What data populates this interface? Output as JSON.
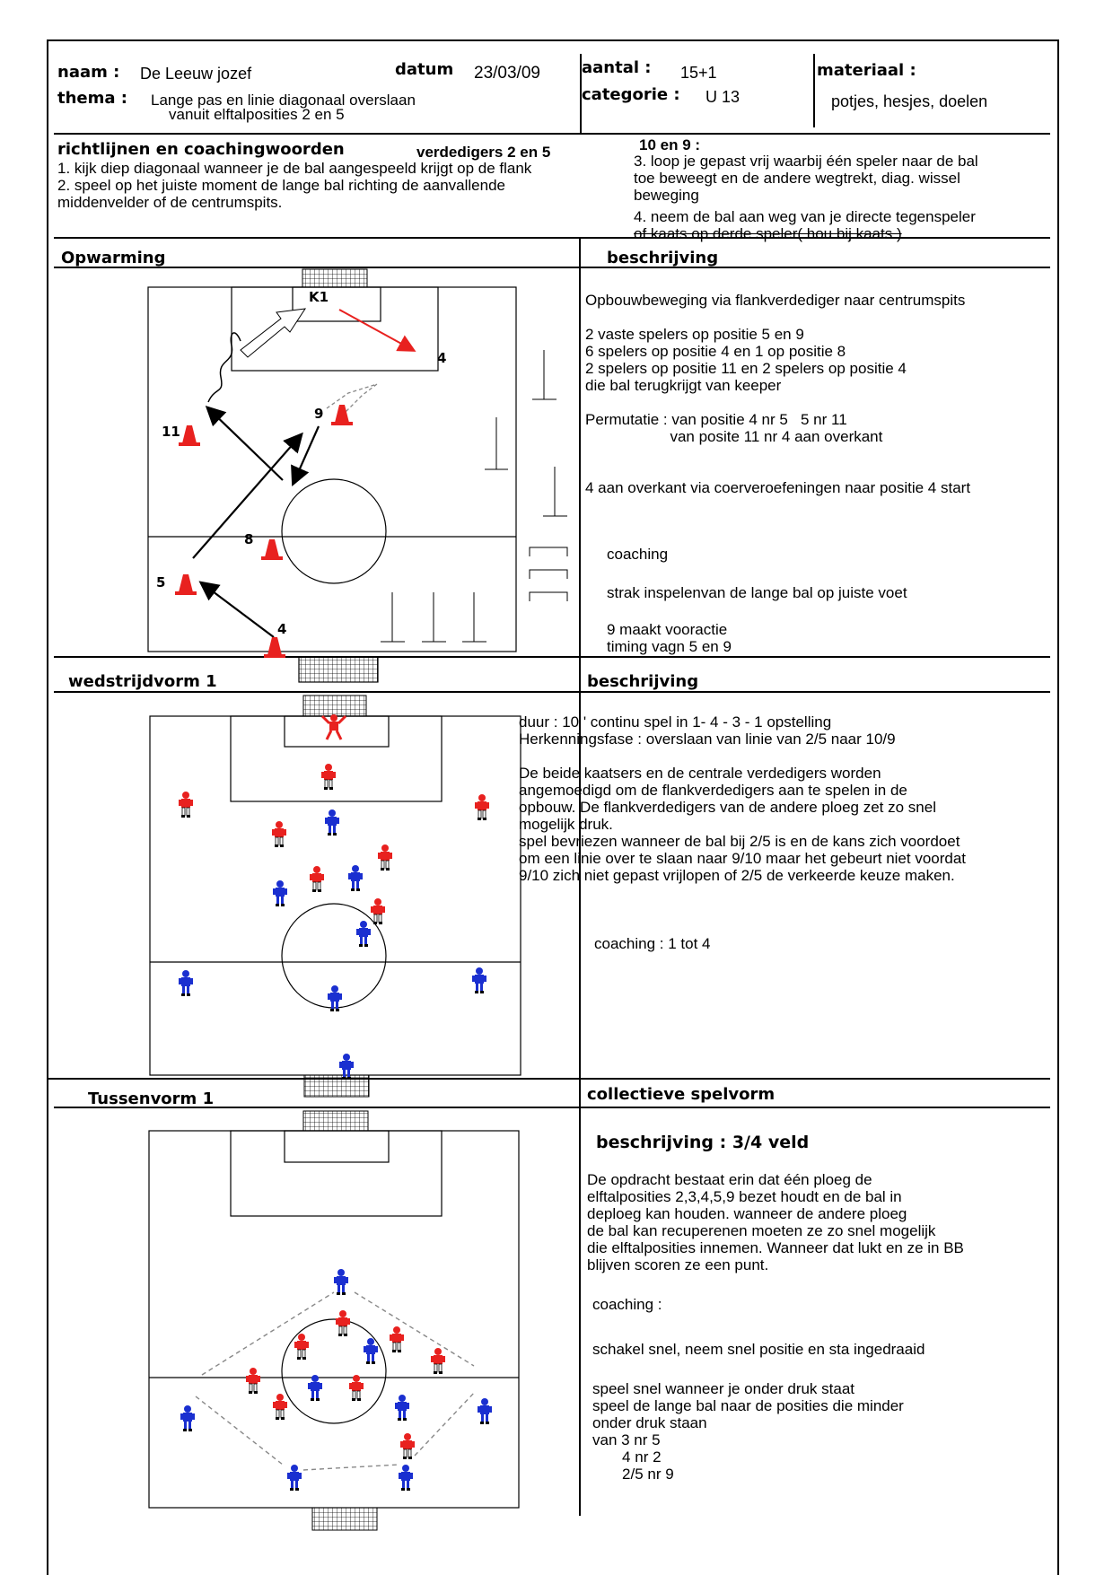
{
  "header": {
    "naam_label": "naam :",
    "naam_value": "De Leeuw jozef",
    "datum_label": "datum",
    "datum_value": "23/03/09",
    "aantal_label": "aantal :",
    "aantal_value": "15+1",
    "categorie_label": "categorie :",
    "categorie_value": "U 13",
    "materiaal_label": "materiaal :",
    "materiaal_value": "potjes, hesjes, doelen",
    "thema_label": "thema :",
    "thema_line1": "Lange pas en linie diagonaal overslaan",
    "thema_line2": "vanuit elftalposities 2 en 5"
  },
  "guidelines": {
    "title": "richtlijnen en coachingwoorden",
    "defenders_label": "verdedigers 2 en 5",
    "line1": "1. kijk diep diagonaal wanneer je de bal aangespeeld krijgt op de flank",
    "line2": "2. speel op het juiste moment de lange bal richting de aanvallende",
    "line3": "middenvelder of de centrumspits.",
    "attackers_label": "10 en 9 :",
    "line4": "3. loop je gepast vrij waarbij één speler naar de bal",
    "line5": "toe beweegt en de andere wegtrekt, diag. wissel",
    "line6": "beweging",
    "line7": "4. neem de bal aan weg van je directe tegenspeler",
    "line8": "of kaats op derde speler( hou bij   kaats )"
  },
  "section1": {
    "title": "Opwarming",
    "desc_title": "beschrijving",
    "text": "Opbouwbeweging via flankverdediger naar centrumspits\n\n2 vaste spelers op positie 5 en 9\n6 spelers op positie 4 en 1 op positie 8\n2 spelers op positie 11 en 2 spelers op positie 4\ndie bal terugkrijgt van keeper\n\nPermutatie : van positie 4 nr 5   5 nr 11\n                    van posite 11 nr 4 aan overkant\n\n\n4 aan overkant via coerveroefeningen naar positie 4 start",
    "coaching": "coaching",
    "coach1": "strak inspelenvan de lange bal op juiste voet",
    "coach2": "9 maakt vooractie\ntiming vagn 5 en 9",
    "labels": [
      "K1",
      "4",
      "9",
      "11",
      "8",
      "5",
      "4"
    ]
  },
  "section2": {
    "title": "wedstrijdvorm 1",
    "desc_title": "beschrijving",
    "text": "duur : 10 ' continu spel in 1- 4 - 3 - 1 opstelling\nHerkenningsfase : overslaan van linie van 2/5 naar 10/9\n\nDe beide kaatsers en de centrale verdedigers worden\nangemoedigd om de flankverdedigers aan te spelen in de\nopbouw. De flankverdedigers van de andere ploeg zet zo snel\nmogelijk druk.\nspel bevriezen wanneer de bal bij 2/5 is en de kans zich voordoet\nom een linie over te slaan naar 9/10 maar het gebeurt niet voordat\n9/10 zich niet gepast vrijlopen of 2/5 de verkeerde keuze maken.",
    "coaching": "coaching : 1 tot 4"
  },
  "section3": {
    "title": "Tussenvorm 1",
    "desc_title": "collectieve spelvorm",
    "subtitle": "beschrijving : 3/4 veld",
    "text": "De opdracht bestaat erin dat één ploeg de\nelftalposities 2,3,4,5,9 bezet houdt en de bal in\ndeploeg kan houden. wanneer de andere ploeg\nde bal kan recuperenen moeten ze zo snel mogelijk\ndie elftalposities innemen. Wanneer dat lukt en ze in BB\nblijven scoren ze een punt.",
    "coaching": "coaching :",
    "coach1": "schakel snel, neem snel positie en sta ingedraaid",
    "coach2": "speel snel wanneer je onder druk staat\nspeel de lange bal naar de posities die minder\nonder druk staan\nvan 3 nr 5\n       4 nr 2\n       2/5 nr 9"
  },
  "colors": {
    "red_team": "#e8211f",
    "blue_team": "#1a2fd0",
    "arrow_red": "#e8211f"
  }
}
